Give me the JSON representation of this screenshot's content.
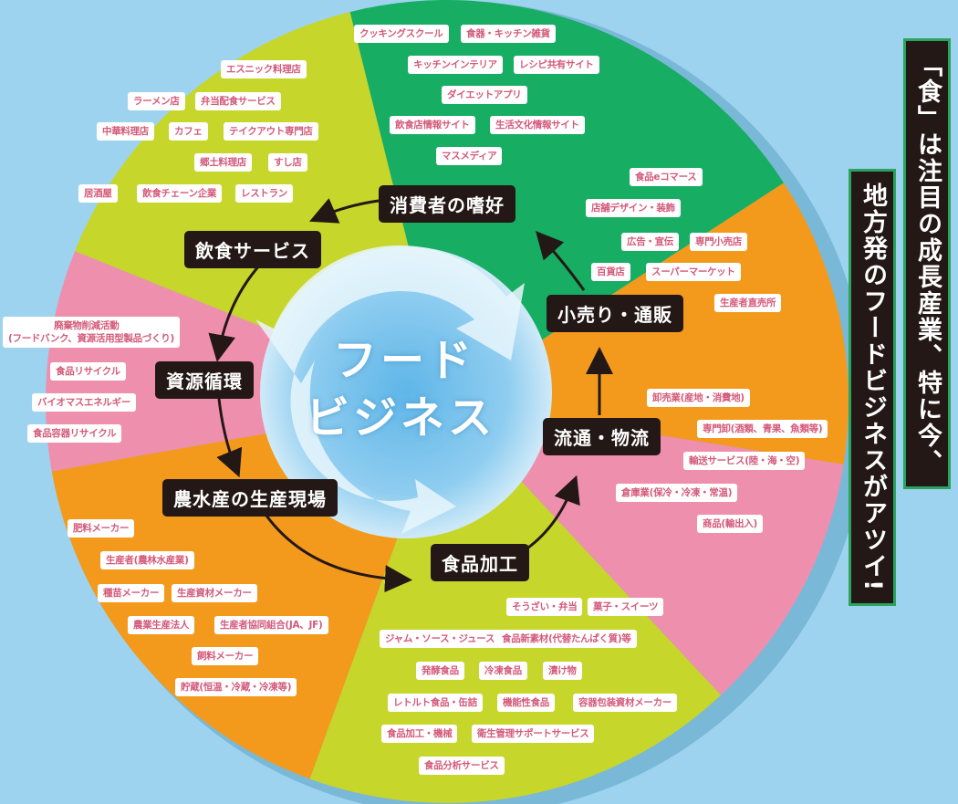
{
  "center": {
    "line1": "フード",
    "line2": "ビジネス"
  },
  "headline": {
    "line1": "「食」は注目の成長産業、特に今、",
    "line2": "地方発のフードビジネスがアツイ!"
  },
  "stages": {
    "consumer": "消費者の嗜好",
    "food_service": "飲食サービス",
    "retail": "小売り・通販",
    "resource": "資源循環",
    "distribution": "流通・物流",
    "production": "農水産の生産現場",
    "processing": "食品加工"
  },
  "sectors": {
    "consumer": [
      "クッキングスクール",
      "食器・キッチン雑貨",
      "キッチンインテリア",
      "レシピ共有サイト",
      "ダイエットアプリ",
      "飲食店情報サイト",
      "生活文化情報サイト",
      "マスメディア"
    ],
    "food_service": [
      "エスニック料理店",
      "ラーメン店",
      "弁当配食サービス",
      "中華料理店",
      "カフェ",
      "テイクアウト専門店",
      "郷土料理店",
      "すし店",
      "居酒屋",
      "飲食チェーン企業",
      "レストラン"
    ],
    "retail": [
      "食品eコマース",
      "店舗デザイン・装飾",
      "広告・宣伝",
      "専門小売店",
      "百貨店",
      "スーパーマーケット",
      "生産者直売所"
    ],
    "resource": [
      "廃棄物削減活動",
      "(フードバンク、資源活用型製品づくり)",
      "食品リサイクル",
      "バイオマスエネルギー",
      "食品容器リサイクル"
    ],
    "distribution": [
      "卸売業(産地・消費地)",
      "専門卸(酒類、青果、魚類等)",
      "輸送サービス(陸・海・空)",
      "倉庫業(保冷・冷凍・常温)",
      "商品(輸出入)"
    ],
    "production": [
      "肥料メーカー",
      "生産者(農林水産業)",
      "種苗メーカー",
      "生産資材メーカー",
      "農業生産法人",
      "生産者協同組合(JA、JF)",
      "飼料メーカー",
      "貯蔵(恒温・冷蔵・冷凍等)"
    ],
    "processing": [
      "そうざい・弁当",
      "菓子・スイーツ",
      "ジャム・ソース・ジュース",
      "食品新素材(代替たんぱく質)等",
      "発酵食品",
      "冷凍食品",
      "漬け物",
      "レトルト食品・缶詰",
      "機能性食品",
      "容器包装資材メーカー",
      "食品加工・機械",
      "衛生管理サポートサービス",
      "食品分析サービス"
    ]
  },
  "colors": {
    "background": "#9ed3ef",
    "consumer": "#17ad63",
    "food_service": "#c6d62a",
    "retail": "#f39a1d",
    "resource": "#ef8fae",
    "distribution": "#ef8fae",
    "production": "#f39a1d",
    "processing": "#c6d62a",
    "label_text": "#d45a7a",
    "stage_box": "#231815"
  }
}
